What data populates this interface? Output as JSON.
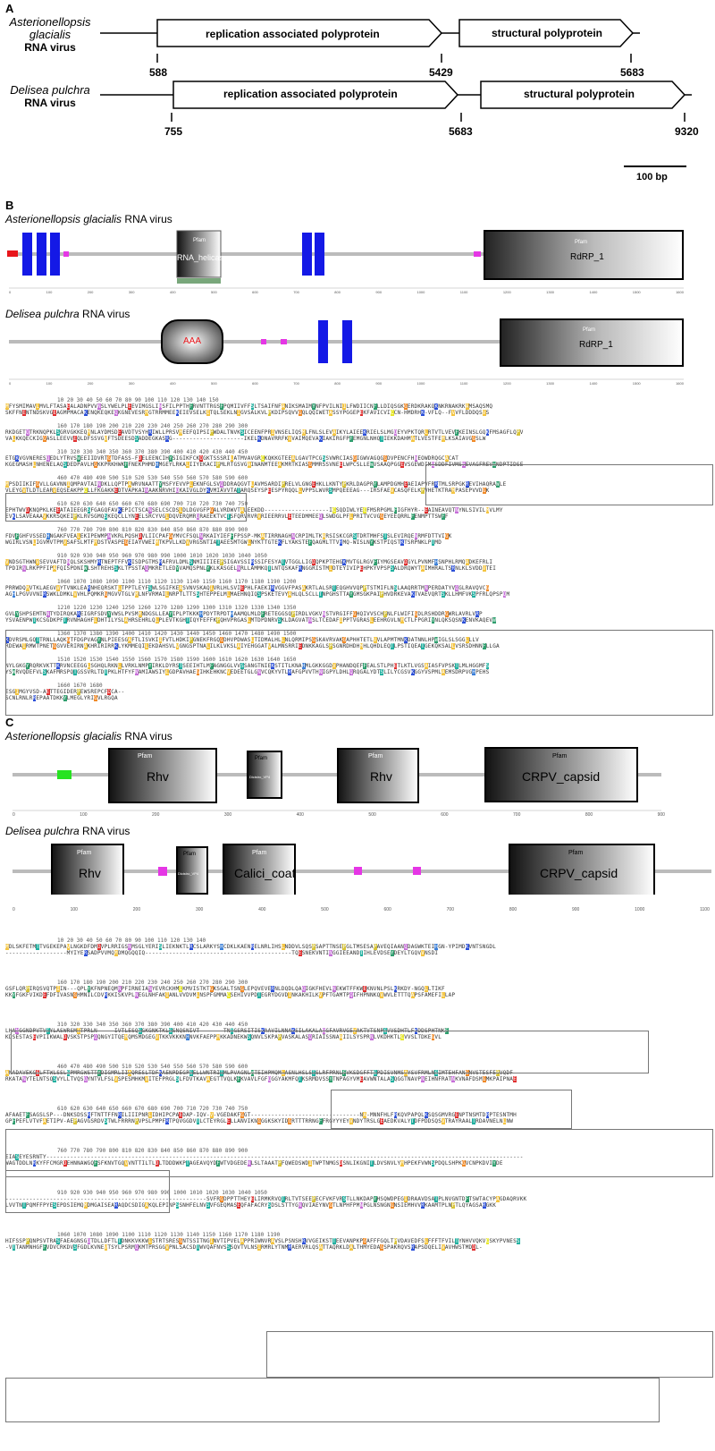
{
  "panels": {
    "a": {
      "letter": "A"
    },
    "b": {
      "letter": "B"
    },
    "c": {
      "letter": "C"
    }
  },
  "species": [
    {
      "name": "Asterionellopsis glacialis",
      "sub": "RNA virus"
    },
    {
      "name": "Delisea pulchra",
      "sub": "RNA virus"
    }
  ],
  "genome": {
    "ag": {
      "orf1": "replication associated polyprotein",
      "orf2": "structural polyprotein",
      "pos": [
        "588",
        "5429",
        "5683"
      ]
    },
    "dp": {
      "orf1": "replication associated polyprotein",
      "orf2": "structural polyprotein",
      "pos": [
        "755",
        "5683",
        "9320"
      ]
    },
    "scale": "100 bp"
  },
  "panel_b": {
    "ag_title": "Asterionellopsis glacialis",
    "dp_title": "Delisea pulchra",
    "title_suffix": " RNA virus",
    "ag_domains": {
      "pfam": "Pfam",
      "helicase": "RNA_helicase",
      "rdrp": "RdRP_1"
    },
    "dp_domains": {
      "aaa": "AAA",
      "pfam": "Pfam",
      "rdrp": "RdRP_1"
    },
    "ag_axis": [
      "0",
      "100",
      "200",
      "300",
      "400",
      "500",
      "600",
      "700",
      "800",
      "900",
      "1000",
      "1100",
      "1200",
      "1300",
      "1400",
      "1500",
      "1600"
    ],
    "dp_axis": [
      "0",
      "100",
      "200",
      "300",
      "400",
      "500",
      "600",
      "700",
      "800",
      "900",
      "1000",
      "1100",
      "1200",
      "1300",
      "1400",
      "1500",
      "1600"
    ],
    "ruler_rows": [
      "10        20        30        40        50        60        70        80        90        100       110       120       130       140       150",
      "160       170       180       190       200       210       220       230       240       250       260       270       280       290       300",
      "310       320       330       340       350       360       370       380       390       400       410       420       430       440       450",
      "460       470       480       490       500       510       520       530       540       550       560       570       580       590       600",
      "610       620       630       640       650       660       670       680       690       700       710       720       730       740       750",
      "760       770       780       790       800       810       820       830       840       850       860       870       880       890       900",
      "910       920       930       940       950       960       970       980       990       1000      1010      1020      1030      1040      1050",
      "1060      1070      1080      1090      1100      1110      1120      1130      1140      1150      1160      1170      1180      1190      1200",
      "1210      1220      1230      1240      1250      1260      1270      1280      1290      1300      1310      1320      1330      1340      1350",
      "1360      1370      1380      1390      1400      1410      1420      1430      1440      1450      1460      1470      1480      1490      1500",
      "1510      1520      1530      1540      1550      1560      1570      1580      1590      1600      1610      1620      1630      1640      1650",
      "1660      1670      1680"
    ],
    "seq_rows": [
      [
        "MFYSMIMAVLMVLFTASAEALADNPVVNSLYWELPLEEVIMGSLINSFILPPTHFRVNTTRGSFPQMIIVFFSLTSAIFNFANIKSMAIMYNFPVILNIILFWDIICNFLLDIQSGKGERDKRAKQKNKRNAKRKAMSAQSMQ",
        "SKFFNENTNDSKVGEAGMPMACAKENQKEQKEQKGNEVESRMGTRRMMEEKEIEVSELKITQLSEKLNIGVSALKVLPKDIPSQVVGQLQQIWETASSYPGGEPEKFAVICVICCN-HMDRHK-VFLQ--FVVFLDDDQSVS"
      ],
      [
        "RKDGETQTRKNQPKLSGRVGKKEQMNLAYDMSDEAVDTVSYHRIWLLPRSVMEEFQIPSIPWDALTNVKSICEENFPRIVNSELIQSMLFNLSLEVAIKYLAIEEKRIELSLMGQEYVPKTQRLRTVTLVEVFKEINSLGQKFMSAGFLQPV",
        "VALKKQECKIGGASLLEEVVEQLDFSSVGVFTSDEESDSADDEGKASRG---------------------IKELKDNAVRRFKVVAIMQEVAKIAKIRGFPFEMGNLNHQTIEKKDAHMATLVESTFEMLKSAIAVGGSLW"
      ],
      [
        "ETGKVGVNERESQEDLYTRVSWEEIIDVRTGTDFASS-FDELEENCIHYSIGIKFCKDGKTSSSRILATMVAVGRCKQKKGTEEALGAVTPCGSSVWRCIASGIGWVAGQGGDVPENCFHNEOWDRQGCACAT",
        "KGEGMASHLNHENELAQSDEDPAVLHGKKPRKHWKFFNEKPHMDHMGEYLRKALIIYEKACIPMLRTGSVGAINANMTEEAKMRTKIASGMMRSSVNEELWPCSLLEWVSAAQPGGEVSGEWDIMQSDDFIVMSNEVAGFREVWNDPTIDSE"
      ],
      [
        "MPSDIIKIFGVLLGAVNNIQMPAVTAINDKLLQPTPAWRVNAATTYMSFYEVVPLEKNFGLSVQDDRAQGVTLAVMSARDIPRELVLGNGEHKLLKNTYPKRLDAGPRYLAMPDGMHEAEIAPVFRRTMLSRPGKREVIHAQRAWLE",
        "VLEYGVTLDTLEARVEQSEAKPPCLLFKGAKKEDTVAPKAINAAKNRVHIQKAIVGLDYKVMIAVVTATARQSEYSPEESPYRQQLLVPPSLWVRSMPQEEEAG---IRSFAEVCASQFELKPVHETKTRAMPASEPVVDGK"
      ],
      [
        "EPHTWVDKNQPKLKEEATAIEEGRSFGAGQFAVKEPICTSCANSELCSCDSLDLDGVGFPGALVRDWVTALEEKDD-------------------ICSQDIWLYECFMSRPGMLFIGFHYR--EAINEAVQTNYNLSIVILMVLMY",
        "EVKLSAVEAAAVKKRSQKEIPKLRVSGMQSKEQCLLYNEELSRCYVGLDQVERQMRQRAEEKTVCTSFQRVRVRVRIEERRVLETEEDMMEEQLSWDGLPFLPRITVCVGGEYEEQRRLFENMPTTSWFF"
      ],
      [
        "FDVFGHFVSSEDHNGAKFVEALEKIPEWMPNVKRLPQSHDVLIICPAFGYMVCFSQLNRKAIYIEFFFPSSP-MKATIRRNAGHNCRPIMLTKARSISKCGRSTDRTMHFSTSLEVIRQENRMFDTTVIGK",
        "WGIRLVSNLIGVMVTPMVSAFSLMTFMDSTVASPEGEIAYVWEIMTKPVLLKDVVRGSNTIATAEESMTGWLNYKTTGTEKFLYAKSTEFQAGMLTTVRMQ-WISLNYKSTPIQSTKTSRPNKLPTMD"
      ],
      [
        "VNDSGTHWNVSEVVAFTDNQLSKSHMYRTNEPTFFVKISDPGTMSRAFRVLDMLSNMIIIIEEPSIGAVSSIRSSIFESYATVTGGLLIGDQPKPTEHGKMVTGLRGVFIYMGSEAVDGYLPVNMFHSNPHLRMQADKEFRLI",
        "TPDIRNLRKPPFIPAFQISPDNIWLSHTREHSSKLTPSSTAQMKRETLEDYVAMQSPNLYKLKASGELNRLLAMMKQTLNTQSKAFRNGGRISTMLDTEYIVIPEHPKYVPSPSALDRQWYTAIMHRALTSRNLKLSVDDVTEI"
      ],
      [
        "PRRWDQMVTKLAEGVVYTVNKLEARNHEQRSKTLTPPTLEYFSWLSGIFKEASVNVSKAQIVRLHLSVIEPHLFAEKIRVGGVFPASAKRTLALSRTEQGHVVQPPTSTMIFLNSLAAQRRTMNPERDATYVQGLRAVQVCG",
        "AGHLPGVVVNIRSWKLDMKLVVHLPQMKRGMGVVTGLVMLNFVRMAILNRPTLTTSSHTEPPELMLMAEHNQIQSPSKETEVYAHLQLSCLLTNPGHSTTAYGMSGKPAIPHVDRKEVAKTVAEVQRTSKLLHMFVKSPFRLQPSPQM"
      ],
      [
        "GVLYSHPSEMTNNTYDIRQKAREIGRFSDVYVWSLPVSMMNDGSLLEAYIPLPTKKKHPDYTRPDTHAAMQLMLDFRETEGGSQPIRDLVGKVNSTVRGIFFGHQIVVSCHPNLFLWIFIGDLRSHDDRGWRLAVRLVRP",
        "YSVAENPWTKCSGDKPFTRVNHAGHFLDHTILYSLAHRSEHRLQLPLEVTKGHTIQYFEFFKPQHVPRGASLMTDPDNRVSKLDAGVATNSLTCEDAFIPPTVGRASLEEHRGVLNMCTLFPGRIYNLQKSQSNKENVKAQEVW"
      ],
      [
        "KDVRSMLGQTTRNLLAQKGTFDGPVAGYNLPIEESGAFTLISVKIIFVTLHDKIPGNEKFRGQGDHVPDWASLTIDMALHLLNLQRMIPSGSKAVRVAKGAPHHTETLVVLAPMTMNKDATNNLHPWIGLSLSGGLLLV",
        "RDEWAIRMWTPNETGGVVERIRNAKHRIRIRRKLYKMMEQILEKDAHSVLVGNGSPTNALILKLVKSLAIYEHGGATVALMNSRRIEDNKKAGLSPSGNRDHDHMHLQHDLEQTLPSTIQEATGEKQKSALLVSRSDHNNFLLGA"
      ],
      [
        "NYLGKGYRQRKVKTTKRVNCEEGGLSGHQLRKNLLVRKLNMPYIRKLDYRSTSEEIHTLMFAGNGGLVVSSANGTNIEKSTITLKNAHMLGKKGGDVPHANDQEFFEALSTLPHETLKTLVGSAIASFVPSKTLMLHGGMFS",
        "YSWRVQDEFVLSKAFMRSPQTGSSVRLTDTPKLHTFYFNAMIAWSIYLGDPAVHAEGIHKEHKNCVEDEETGLGNVCQKYVTLRAFGPVVTHNIGPYLDHLQRQGALYDTSLILYCGSVKGGYVSPMLAEMSDRPVGHPEHS"
      ],
      [
        "ESGIMGYVSD-AETTEGIDERPEWSREPCFDCA--",
        "SCNLRNLRREPAATDKKYLMEGLYRIGVLRGQA"
      ]
    ]
  },
  "panel_c": {
    "ag_title": "Asterionellopsis glacialis",
    "dp_title": "Delisea pulchra",
    "title_suffix": " RNA virus",
    "ag_domains": [
      {
        "pfam": "Pfam",
        "name": "Rhv"
      },
      {
        "pfam": "Pfam",
        "name": "Dicistro_VP4"
      },
      {
        "pfam": "Pfam",
        "name": "Rhv"
      },
      {
        "pfam": "Pfam",
        "name": "CRPV_capsid"
      }
    ],
    "dp_domains": [
      {
        "pfam": "Pfam",
        "name": "Rhv"
      },
      {
        "pfam": "Pfam",
        "name": "Dicistro_VP4"
      },
      {
        "pfam": "Pfam",
        "name": "Calici_coat"
      },
      {
        "pfam": "Pfam",
        "name": "CRPV_capsid"
      }
    ],
    "ag_axis": [
      "0",
      "100",
      "200",
      "300",
      "400",
      "500",
      "600",
      "700",
      "800",
      "900"
    ],
    "dp_axis": [
      "0",
      "100",
      "200",
      "300",
      "400",
      "500",
      "600",
      "700",
      "800",
      "900",
      "1000",
      "1100"
    ],
    "ruler_rows": [
      "10        20        30        40        50        60        70        80        90        100       110       120       130       140",
      "160       170       180       190       200       210       220       230       240       250       260       270       280       290       300",
      "310       320       330       340       350       360       370       380       390       400       410       420       430       440       450",
      "460       470       480       490       500       510       520       530       540       550       560       570       580       590       600",
      "610       620       630       640       650       660       670       680       690       700       710       720       730       740       750",
      "760       770       780       790       800       810       820       830       840       850       860       870       880       890       900",
      "910       920       930       940       950       960       970       980       990       1000      1010      1020      1030      1040      1050",
      "1060      1070      1080      1090      1100      1110      1120      1130      1140      1150      1160      1170      1180      1190"
    ],
    "seq_rows": [
      [
        "MDLSKFETMTTVGEKEPAVLNGKDFDMDVPLRRIGSNMSGLYERISLIEKNKTLRCSLARKYSHCDKLKAENRELNRLIHSLNDDVLSQSPSAPTTNSEPGLTMSESAPAVEQIAANQDAGWKTEIHGN-YPIMDKVNTSNGDL",
        "------------------MYIYERSADPVVMQMDMQGQQIQ-------------------------------------------TQESNEKVNTINGGIEEANDTIHLEVDSEYDEYLTGQVVNSDI"
      ],
      [
        "GSFLQRPIRQSVQTPIIN---QPLYKFNPNEQMNPFIRNEIANYEVRCKHMCKMVISTKTGKSGALTSNGLEPQVEVERNLDQDLQAQIGKFHEVLNEKWTFFKWEKNVNLPSLKRKDY-NGQLLTIKF",
        "KKYFGKFVIKDEFDFIVASNGHMNILCDVRKKISKVPLNEGLNHFAKIANLVVDVMLNSPFGMMACSEHIVVPDTEGRYDGVDINKAKHILKVPFTGAMTPQIFHPNNKQVWVLETTTQAPSFAMEFILLAP"
      ],
      [
        "LHANGGNDPVTVTYLASWRSMITPRLN-----IVTLESQSGKGNKTKLSSNQSNIVT-------TNTGSRSITISKAAVILNNAKSILAKALAQGFAVRVGEVAKTVTSNPSVVSDHTLFKDDSPHTNKF",
        "KDSESTASEVPIIKWALDVSKSTPSPQQNGYITQEMQMSMDGEGVTKKVKKKNHNVKFAEPPMKKADNEKWSQNVLSKPAPVASKALASQRIAISSNAAIILSYSPRNLVKDHKTLCVVSLTDKEGVL"
      ],
      [
        "ANADAVEKGELFTWLSSLSPMRGWSTTYDIGMRLIIAQRESLTDFKAENPDEGPSELLWNTRITMLPVAGNLWTEIHPMQMLASNLHSLSTSLRFPRNLFVKSDGFFTSPDISVNMSAYSVFRMLNSIMTEHFANGNVSTESFEPVQDF",
        "RKATANYTELNTSQSVYLLTVQSQYNTVLFSLVSPESMHKMVITEFPRGLSLFDVTKAVAEGTTVQLKFKVAVLFGFQGGYAKMFQTKSRMDVSSYTNPAGYVMEAVWNTALASQGGTNAVPNEIHNFRATNKVNAFDSMGMKPAIPNAE"
      ],
      [
        "AFAAETFSAGSLSP---DNKSDSSRFTNTTFFNRILIIIPNRLIDHIPCPAEDAP-IQV-V-VGEDAKFGGT--------------------------------NA-MNNFHLFRKQVPAPQLKSQSGMVRGENPTNSMTDRPTESNTMH",
        "GPFPEFLVTVFAETIPV-AEPAGVGSRDVSTWLFRRRNPVPSLPMPFRTPQVGGDVTLCTEYRGLELLANVIKNGGGKSKYIDGRTTTRRNGFFRGYYYEYVNDYTRSLGEAEDKVALYTDFPDDSQSVTRAYRAALTRDAVNELNLNW"
      ],
      [
        "EIASEYESRNTY--------------------------------------------------------------------------------------------------------------------------------------------",
        "WAGTDDLNRKYFFCMGRDEHNNAWGQFSFKNVTGQVVNTTILTLDLTDDDWKPTAGEAVQYDFWTVDGEDENLSLTAAATPFQWEDSWDITWPTNMGSDSNLIKGNITLDVSNVLYMHPEKFVWNSPDQLSHPKGVCNPKDVIYDE"
      ],
      [
        "-----------------------------------------------------------SVFRGDPPTTHEYELIRMKRVQTRLTVTSEEPECFVKFVRSTLLNKDAPYHSQWDPEGIDRAAVDSATPLNVGNTDFTSWTACYPAGDAQRVKK",
        "LVVTNTPQMFFPYESEPDSIEMQMDMGAISEARAQDCSDIGAKQLEPINPSSNHFELNVSVFGEQMASEQFAFACRYSDSLSTTYGNQVIAEYNVGTLNPHFPMNPGLNSNGNGNSIEMHVVRKAAMTPLNPTLQYAGSARGKK"
      ],
      [
        "HIFSSPPQNPSVTRASFAEAGNSGQTDLLDFTLTDNKKVKKWLSTRTSRESGNTSSITNGINVTIPVELAPPRIWNVRAVSLPSNSHRVVGEIKSTTEEVANPKPGAFFFGQLTPVDAVEDFSLFFFTFVILTYNHVVQKVCSKYPVNESS",
        "-VTTANMNHGFFVDVCRKDVSFGDLKVNEVTSYLPSRMQKMTPRSGGVPNLSACSDTWVQAFNVSSSQVTVLNSIRMRLYTNMRAERVRLQSATTAQRKLDALTHMYEDAGSPAKRQVSRAPSDQELIVAVHWSTMDDL-"
      ]
    ]
  }
}
